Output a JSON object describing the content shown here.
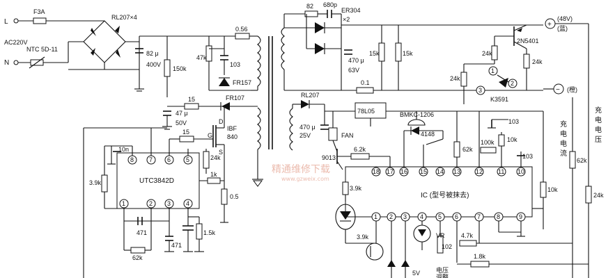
{
  "labels": {
    "L": "L",
    "N": "N",
    "f3a": "F3A",
    "rl207x4": "RL207×4",
    "ac220v": "AC220V",
    "ntc": "NTC 5D-11",
    "c82u": "82 μ",
    "v400": "400V",
    "r150k": "150k",
    "r47k": "47k",
    "c103a": "103",
    "r056": "0.56",
    "fr157": "FR157",
    "fr107": "FR107",
    "r15a": "15",
    "c47u": "47 μ",
    "v50": "50V",
    "r15b": "15",
    "r10n": "10n",
    "r39a": "3.9k",
    "ic1": "UTC3842D",
    "mos1": "IBF",
    "mos2": "840",
    "mosS": "S",
    "mosG": "G",
    "mosD": "D",
    "r24ka": "24k",
    "r1k": "1k",
    "r05": "0.5",
    "c471a": "471",
    "c471b": "471",
    "r62ka": "62k",
    "r15k": "1.5k",
    "r82": "82",
    "c680": "680p",
    "er304": "ER304",
    "x2": "×2",
    "c470a": "470 μ",
    "v63": "63V",
    "r15kc": "15k",
    "r15kd": "15k",
    "r01": "0.1",
    "tr2n": "2N5401",
    "r24kb": "24k",
    "r24kc": "24k",
    "k3591": "K3591",
    "out48": "(48V)",
    "blue": "(蓝)",
    "orange": "(橙)",
    "rl207": "RL207",
    "reg78": "78L05",
    "bmkc": "BMKC-1206",
    "d4148": "4148",
    "c470b": "470 μ",
    "v25": "25V",
    "fan": "FAN",
    "t9013": "9013",
    "r62k": "6.2k",
    "r62kb": "62k",
    "c103b": "103",
    "r100k": "100k",
    "r10k": "10k",
    "c103c": "103",
    "r62kc": "62k",
    "r10kb": "10k",
    "r24kd": "24k",
    "r39b": "3.9k",
    "r39c": "3.9k",
    "ic2": "IC (型号被抹去)",
    "vr": "VR",
    "c102": "102",
    "r47": "4.7k",
    "r18": "1.8k",
    "v5": "5V",
    "vadj": "电压",
    "vadj2": "调整",
    "chg_cur_1": "充",
    "chg_cur_2": "电",
    "chg_cur_3": "电",
    "chg_cur_4": "流",
    "chg_v_1": "充",
    "chg_v_2": "电",
    "chg_v_3": "电",
    "chg_v_4": "压",
    "watermark": "精通维修下载",
    "watermark_url": "www.gzweix.com"
  },
  "pins_ic1": [
    "8",
    "7",
    "6",
    "5",
    "1",
    "2",
    "3",
    "4"
  ],
  "pins_ic2_top": [
    "18",
    "17",
    "16",
    "15",
    "14",
    "13",
    "12",
    "11",
    "10"
  ],
  "pins_ic2_bot": [
    "1",
    "2",
    "3",
    "4",
    "5",
    "6",
    "7",
    "8",
    "9"
  ],
  "pins_tr": [
    "1",
    "2",
    "3"
  ],
  "plus": "+",
  "minus": "−"
}
